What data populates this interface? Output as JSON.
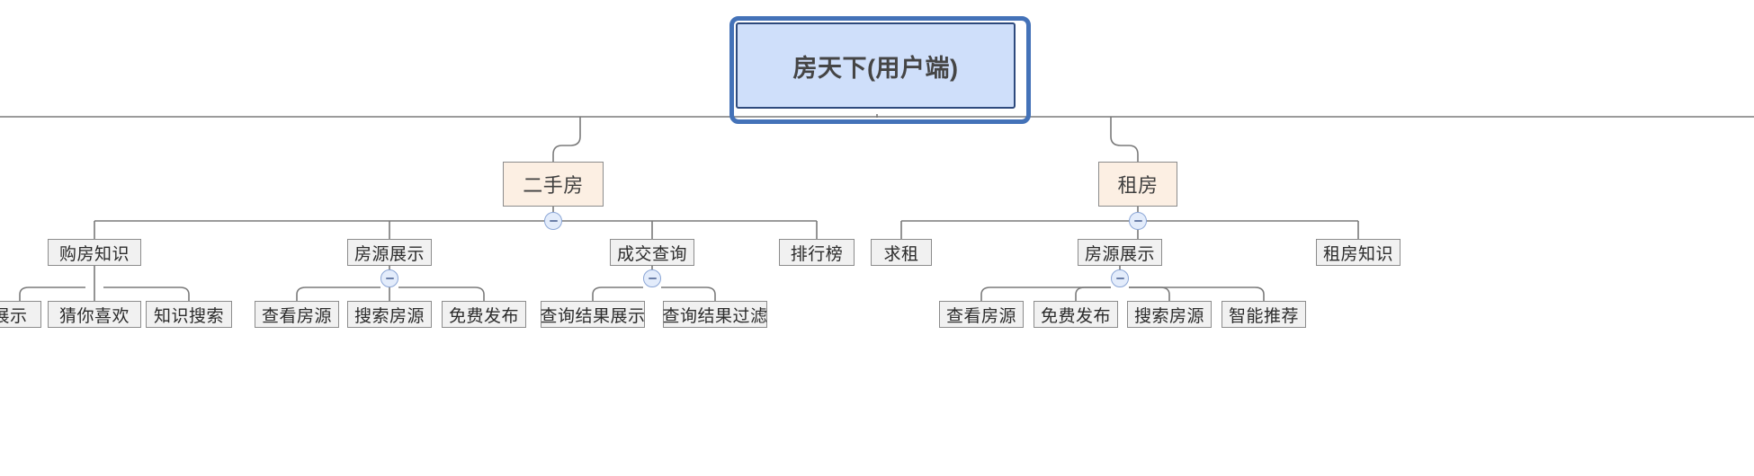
{
  "diagram": {
    "type": "mind-map-tree",
    "orientation": "top-down",
    "title_node": "房天下(用户端)",
    "colors": {
      "root_fill": "#cfdffa",
      "root_border": "#2e4a7d",
      "selection_ring": "#4472b8",
      "level2_fill": "#fcefe3",
      "level3_fill": "#f1f1f1",
      "node_border": "#8c8c8c",
      "edge": "#7a7a7a",
      "toggle_fill": "#e3ecfb",
      "toggle_border": "#8ba6d6"
    },
    "toggle_icon": "collapse-minus-icon"
  },
  "nodes": {
    "root": {
      "label": "房天下(用户端)",
      "level": 1
    },
    "level2": [
      {
        "id": "ershoufang",
        "label": "二手房",
        "collapsible": true
      },
      {
        "id": "zufang",
        "label": "租房",
        "collapsible": true
      }
    ],
    "level3": [
      {
        "id": "goufangzhishi",
        "label": "购房知识",
        "parent": "ershoufang",
        "collapsible": false
      },
      {
        "id": "fangyuanzhanshi-1",
        "label": "房源展示",
        "parent": "ershoufang",
        "collapsible": true
      },
      {
        "id": "chengjiaochaxun",
        "label": "成交查询",
        "parent": "ershoufang",
        "collapsible": true
      },
      {
        "id": "paihangbang",
        "label": "排行榜",
        "parent": "ershoufang",
        "collapsible": false
      },
      {
        "id": "qiuzu",
        "label": "求租",
        "parent": "zufang",
        "collapsible": false
      },
      {
        "id": "fangyuanzhanshi-2",
        "label": "房源展示",
        "parent": "zufang",
        "collapsible": true
      },
      {
        "id": "zufangzhishi",
        "label": "租房知识",
        "parent": "zufang",
        "collapsible": false
      }
    ],
    "level4": [
      {
        "id": "zhanshi",
        "label": "展示",
        "parent": "goufangzhishi"
      },
      {
        "id": "cainixihuan",
        "label": "猜你喜欢",
        "parent": "goufangzhishi"
      },
      {
        "id": "zhishisousuo",
        "label": "知识搜索",
        "parent": "goufangzhishi"
      },
      {
        "id": "chakanfangyuan-1",
        "label": "查看房源",
        "parent": "fangyuanzhanshi-1"
      },
      {
        "id": "sousuofangyuan-1",
        "label": "搜索房源",
        "parent": "fangyuanzhanshi-1"
      },
      {
        "id": "mianfeifabu-1",
        "label": "免费发布",
        "parent": "fangyuanzhanshi-1"
      },
      {
        "id": "chaxunjieguozhanshi",
        "label": "查询结果展示",
        "parent": "chengjiaochaxun"
      },
      {
        "id": "chaxunjieguoguolv",
        "label": "查询结果过滤",
        "parent": "chengjiaochaxun"
      },
      {
        "id": "chakanfangyuan-2",
        "label": "查看房源",
        "parent": "fangyuanzhanshi-2"
      },
      {
        "id": "mianfeifabu-2",
        "label": "免费发布",
        "parent": "fangyuanzhanshi-2"
      },
      {
        "id": "sousuofangyuan-2",
        "label": "搜索房源",
        "parent": "fangyuanzhanshi-2"
      },
      {
        "id": "zhinengtuijian",
        "label": "智能推荐",
        "parent": "fangyuanzhanshi-2"
      }
    ]
  }
}
